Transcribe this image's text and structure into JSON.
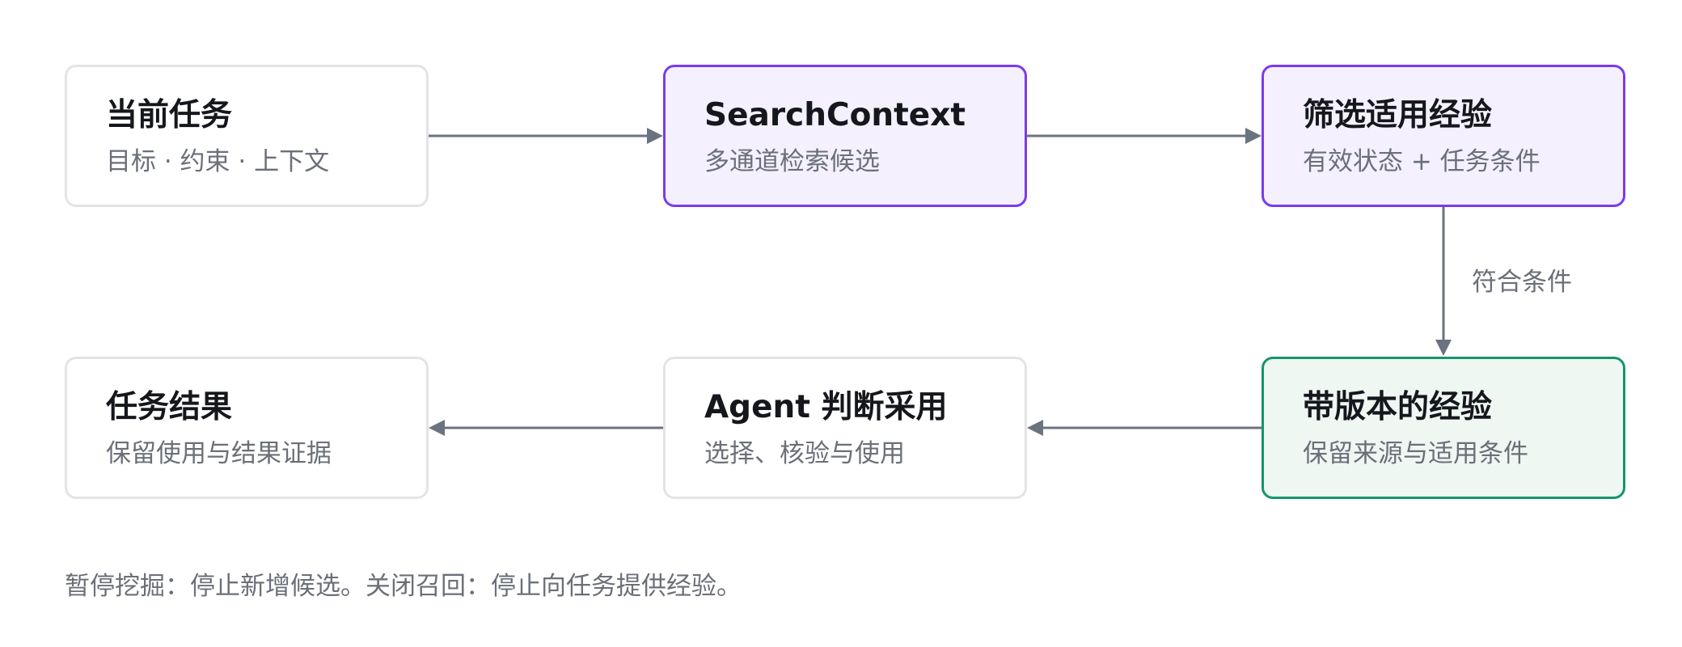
{
  "nodes": {
    "current_task": {
      "title": "当前任务",
      "subtitle": "目标 · 约束 · 上下文"
    },
    "search_context": {
      "title": "SearchContext",
      "subtitle": "多通道检索候选"
    },
    "filter_experience": {
      "title": "筛选适用经验",
      "subtitle": "有效状态 + 任务条件"
    },
    "versioned_experience": {
      "title": "带版本的经验",
      "subtitle": "保留来源与适用条件"
    },
    "agent_decision": {
      "title": "Agent 判断采用",
      "subtitle": "选择、核验与使用"
    },
    "task_result": {
      "title": "任务结果",
      "subtitle": "保留使用与结果证据"
    }
  },
  "edges": {
    "filter_to_versioned_label": "符合条件"
  },
  "footnote": "暂停挖掘：停止新增候选。关闭召回：停止向任务提供经验。",
  "colors": {
    "purple_border": "#7c3aed",
    "purple_fill": "#f4f0fe",
    "green_border": "#15956b",
    "green_fill": "#eef7f2",
    "neutral_border": "#e4e4e7",
    "arrow": "#6b7280"
  }
}
